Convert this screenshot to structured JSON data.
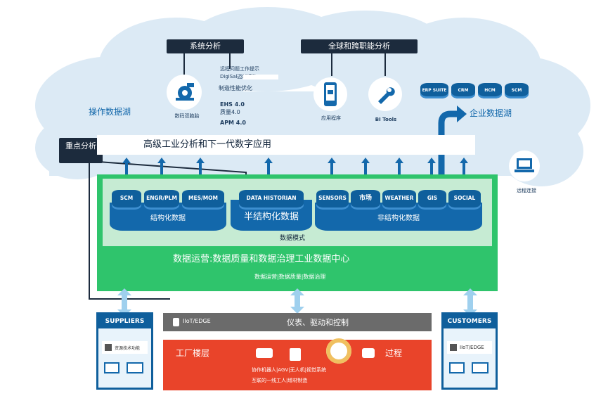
{
  "top_labels": {
    "system_analysis": "系统分析",
    "global_analysis": "全球和跨职能分析",
    "key_analysis": "重点分析"
  },
  "cloud": {
    "ops_lake": "操作数据湖",
    "enterprise_lake": "企业数据湖",
    "digital_twin": "数码双胞胎",
    "digital_notes": [
      "远程问题工作提示",
      "DigiSal迈越模数",
      "制造性能优化"
    ],
    "ehs": "EHS 4.0",
    "quality": "质量4.0",
    "apm": "APM 4.0",
    "apps": "应用程序",
    "bi_tools": "BI Tools",
    "enterprise_dbs": [
      "ERP SUITE",
      "CRM",
      "HCM",
      "SCM"
    ],
    "remote_link": "远程连接"
  },
  "banner": "高级工业分析和下一代数字应用",
  "structured": {
    "items": [
      "SCM",
      "ENGR/PLM",
      "MES/MOM"
    ],
    "label": "结构化数据"
  },
  "semi": {
    "item": "DATA HISTORIAN",
    "label": "半结构化数据"
  },
  "unstructured": {
    "items": [
      "SENSORS",
      "市场",
      "WEATHER",
      "GIS",
      "SOCIAL"
    ],
    "label": "非结构化数据"
  },
  "data_model": "数据模式",
  "data_ops_title": "数据运营:数据质量和数据治理工业数据中心",
  "data_ops_sub": "数据运营|数据质量|数据治理",
  "suppliers": {
    "title": "SUPPLIERS",
    "inner": "资源技术功能"
  },
  "customers": {
    "title": "CUSTOMERS",
    "inner": "IIoT/EDGE"
  },
  "gray_band": {
    "tag": "IIoT/EDGE",
    "label": "仪表、驱动和控制"
  },
  "factory": {
    "left": "工厂楼层",
    "right": "过程",
    "line1": "协作机器人|AGV|无人机|视觉系统",
    "line2": "互联的一线工人|增材制造"
  },
  "colors": {
    "blue": "#0f5f9c",
    "green": "#2fc46c",
    "red": "#e9442a",
    "dark": "#1c2b3d"
  }
}
